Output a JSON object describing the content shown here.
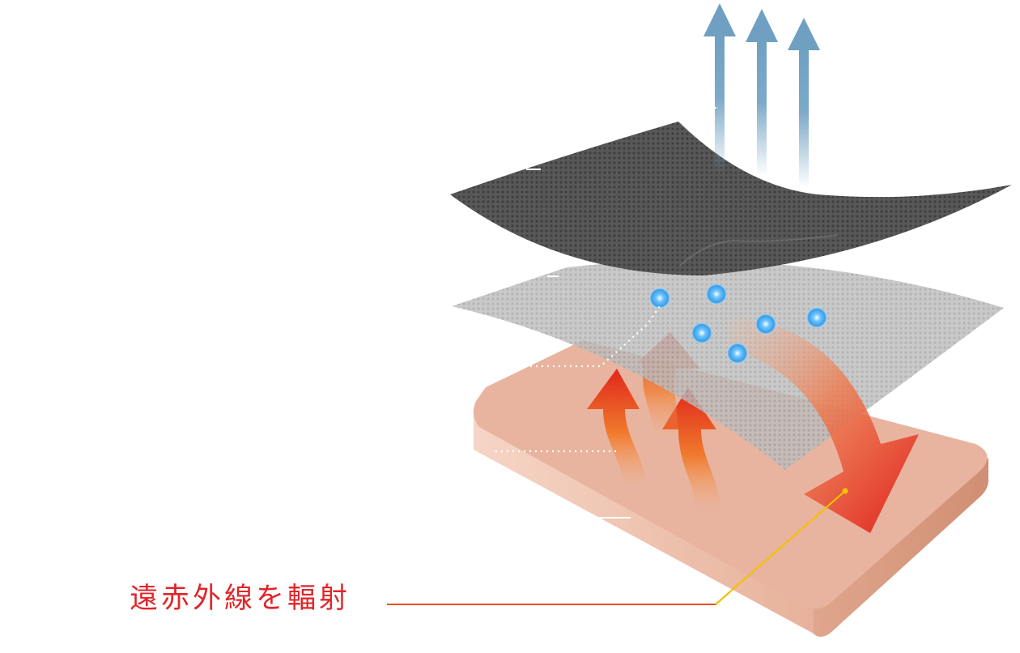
{
  "callout": {
    "label": "遠赤外線を輻射"
  },
  "colors": {
    "label_text": "#e0262a",
    "leader_line": "#e4531d",
    "leader_dot": "#f2c800",
    "skin": "#e8b49f",
    "outer_fabric": "#555555",
    "inner_fabric": "#b8b8b8",
    "vapor_arrow": "#6fa0c2",
    "heat_arrow": "#e83a1e",
    "moisture_dot": "#44aaf0"
  },
  "icons": {
    "upward_arrows": "vapor-release-arrow",
    "heat_arrows": "body-heat-arrow",
    "radiation_arrow": "far-infrared-return-arrow",
    "dots": "moisture-droplet"
  }
}
